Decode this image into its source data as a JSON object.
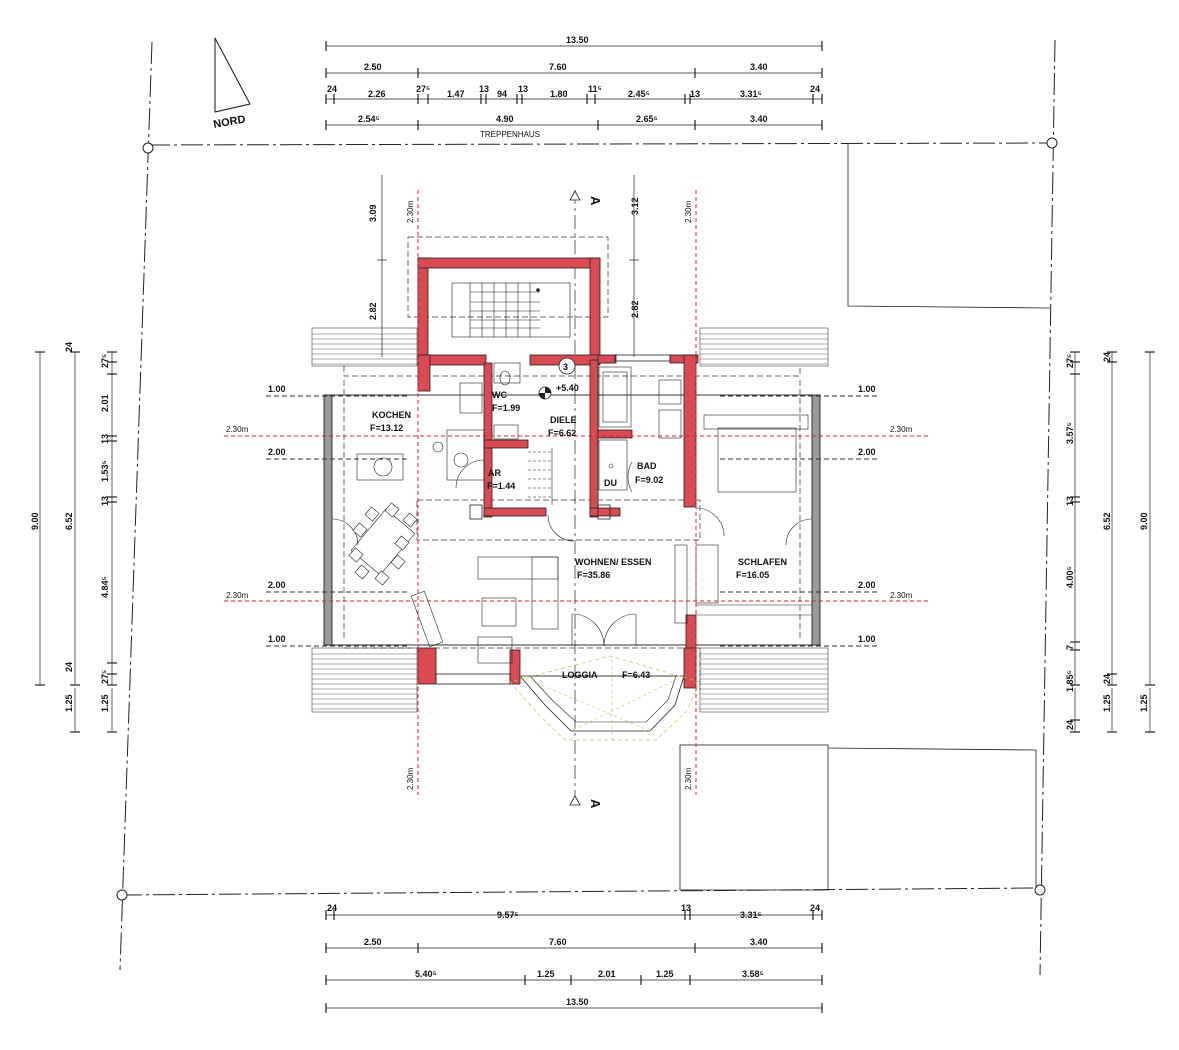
{
  "north": {
    "label": "NORD"
  },
  "stair_label": "TREPPENHAUS",
  "section": {
    "marker": "A",
    "stair_no": "3",
    "level": "+5.40"
  },
  "rooms": {
    "kochen": {
      "name": "KOCHEN",
      "area": "F=13.12"
    },
    "wc": {
      "name": "WC",
      "area": "F=1.99"
    },
    "diele": {
      "name": "DIELE",
      "area": "F=6.62"
    },
    "ar": {
      "name": "AR",
      "area": "F=1.44"
    },
    "du": {
      "name": "DU"
    },
    "bad": {
      "name": "BAD",
      "area": "F=9.02"
    },
    "wohnen": {
      "name": "WOHNEN/ ESSEN",
      "area": "F=35.86"
    },
    "schlafen": {
      "name": "SCHLAFEN",
      "area": "F=16.05"
    },
    "loggia": {
      "name": "LOGGIA",
      "area": "F=6.43"
    }
  },
  "height_lines": {
    "h100": "1.00",
    "h200": "2.00",
    "h230": "2.30m"
  },
  "top_dims": {
    "total": "13.50",
    "row2": [
      "2.50",
      "7.60",
      "3.40"
    ],
    "row3": [
      "24",
      "2.26",
      "27⁵",
      "1.47",
      "13",
      "94",
      "13",
      "1.80",
      "11⁵",
      "2.45⁵",
      "13",
      "3.31⁵",
      "24"
    ],
    "row4": [
      "2.54⁵",
      "4.90",
      "2.65⁵",
      "3.40"
    ]
  },
  "bottom_dims": {
    "row1": [
      "24",
      "9.57⁵",
      "13",
      "3.31⁵",
      "24"
    ],
    "row2": [
      "2.50",
      "7.60",
      "3.40"
    ],
    "row3": [
      "5.40⁵",
      "1.25",
      "2.01",
      "1.25",
      "3.58⁵"
    ],
    "total": "13.50"
  },
  "left_dims": {
    "outer": "9.00",
    "inner": "6.52",
    "chain": [
      "24",
      "27⁵",
      "2.01",
      "13",
      "1.53⁵",
      "13",
      "4.84⁵",
      "24",
      "27⁵"
    ],
    "eaves": [
      "1.25",
      "1.25"
    ]
  },
  "right_dims": {
    "outer": "9.00",
    "inner": "6.52",
    "chain": [
      "27⁵",
      "24",
      "3.57⁵",
      "13",
      "4.00⁵",
      "7",
      "1.85⁵",
      "24",
      "24"
    ],
    "eaves": [
      "1.25",
      "1.25"
    ]
  },
  "vertical_dims": {
    "top_left": "3.09",
    "top_right": "3.12",
    "mid_left": "2.82",
    "mid_right": "2.82"
  }
}
